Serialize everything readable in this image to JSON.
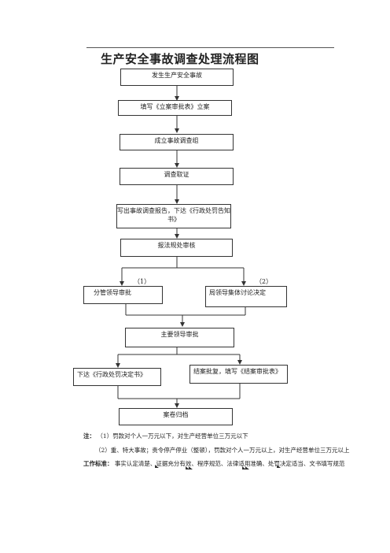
{
  "title": "生产安全事故调查处理流程图",
  "steps": {
    "s1": "发生生产安全事故",
    "s2": "填写《立案审批表》立案",
    "s3": "成立事故调查组",
    "s4": "调查取证",
    "s5": "写出事故调查报告，下达《行政处罚告知书》",
    "s6": "报法规处审核",
    "s7": "分管领导审批",
    "s8": "局领导集体讨论决定",
    "s9": "主要领导审批",
    "s10": "下达《行政处罚决定书》",
    "s11": "结案批复，填写《结案审批表》",
    "s12": "案卷归档"
  },
  "branch_labels": {
    "left": "（1）",
    "right": "（2）"
  },
  "notes": {
    "note_label": "注：",
    "note1": "（1）罚款对个人一万元以下，对生产经营单位三万元以下",
    "note2": "（2）重、特大事故；责令停产停业（整顿），罚款对个人一万元以上，对生产经营单位三万元以上",
    "standard_label": "工作标准：",
    "standard_text": "事实认定清楚、证据充分有效、程序规范、法律适用准确、处罚决定适当、文书填写规范"
  }
}
